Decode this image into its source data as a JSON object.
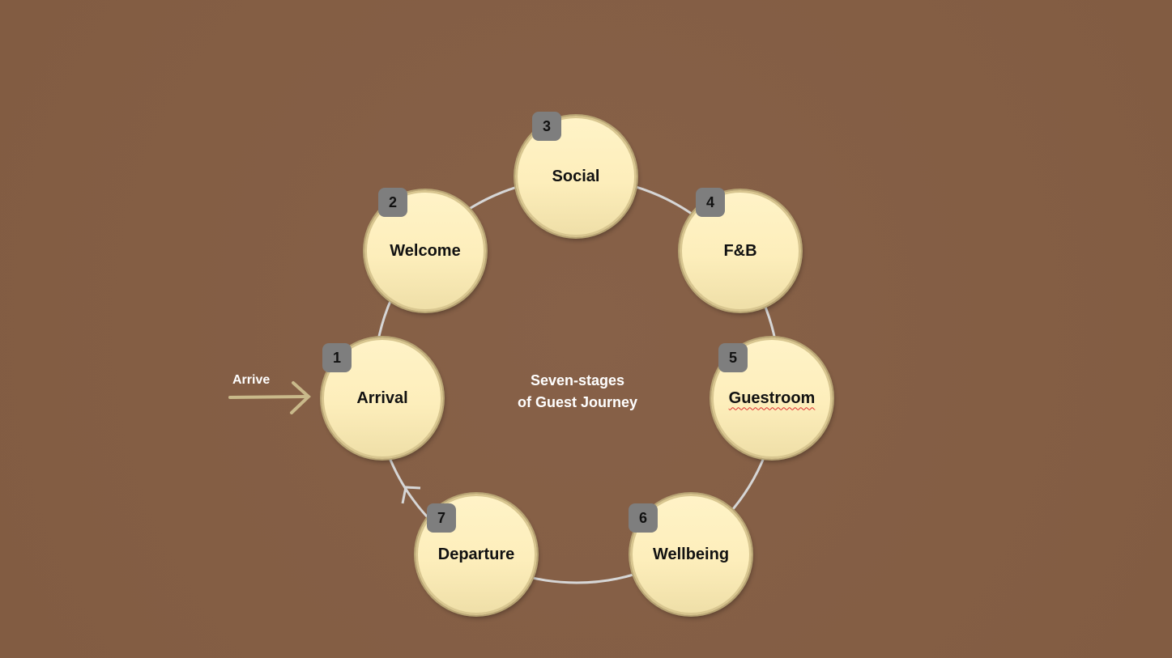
{
  "title": {
    "line1": "Seven-stages",
    "line2": "of Guest Journey"
  },
  "entry_label": "Arrive",
  "stages": [
    {
      "number": "1",
      "label": "Arrival"
    },
    {
      "number": "2",
      "label": "Welcome"
    },
    {
      "number": "3",
      "label": "Social"
    },
    {
      "number": "4",
      "label": "F&B"
    },
    {
      "number": "5",
      "label": "Guestroom"
    },
    {
      "number": "6",
      "label": "Wellbeing"
    },
    {
      "number": "7",
      "label": "Departure"
    }
  ],
  "colors": {
    "background": "#855f45",
    "node": "#fdeebb",
    "badge": "#7e7e7e",
    "ring": "#d6d6d6",
    "arrow": "#c9b98a"
  }
}
